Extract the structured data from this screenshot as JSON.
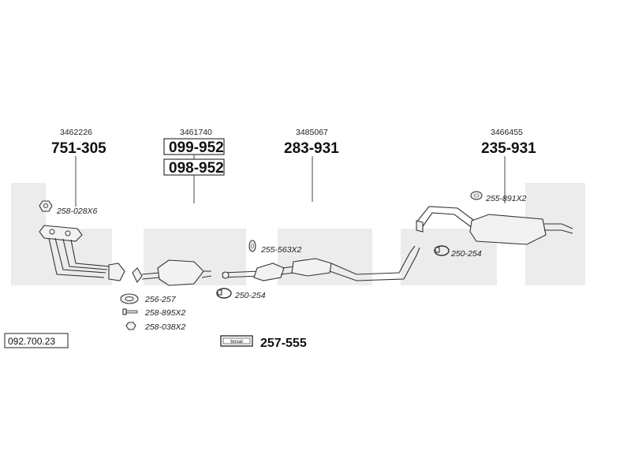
{
  "watermark": "bosal",
  "reference_number": "092.700.23",
  "parts": [
    {
      "oem": "3462226",
      "numbers": [
        "751-305"
      ]
    },
    {
      "oem": "3461740",
      "numbers": [
        "099-952",
        "098-952"
      ]
    },
    {
      "oem": "3485067",
      "numbers": [
        "283-931"
      ]
    },
    {
      "oem": "3466455",
      "numbers": [
        "235-931"
      ]
    }
  ],
  "accessories": [
    {
      "label": "258-028X6",
      "icon": "hex-nut-icon"
    },
    {
      "label": "256-257",
      "icon": "gasket-ring-icon"
    },
    {
      "label": "258-895X2",
      "icon": "bolt-icon"
    },
    {
      "label": "258-038X2",
      "icon": "nut-icon"
    },
    {
      "label": "250-254",
      "icon": "clamp-icon"
    },
    {
      "label": "255-563X2",
      "icon": "rubber-hanger-icon"
    },
    {
      "label": "255-891X2",
      "icon": "rubber-ring-icon"
    },
    {
      "label": "250-254",
      "icon": "clamp-icon"
    }
  ],
  "mounting_kit": {
    "number": "257-555",
    "box_text": "bosal"
  }
}
